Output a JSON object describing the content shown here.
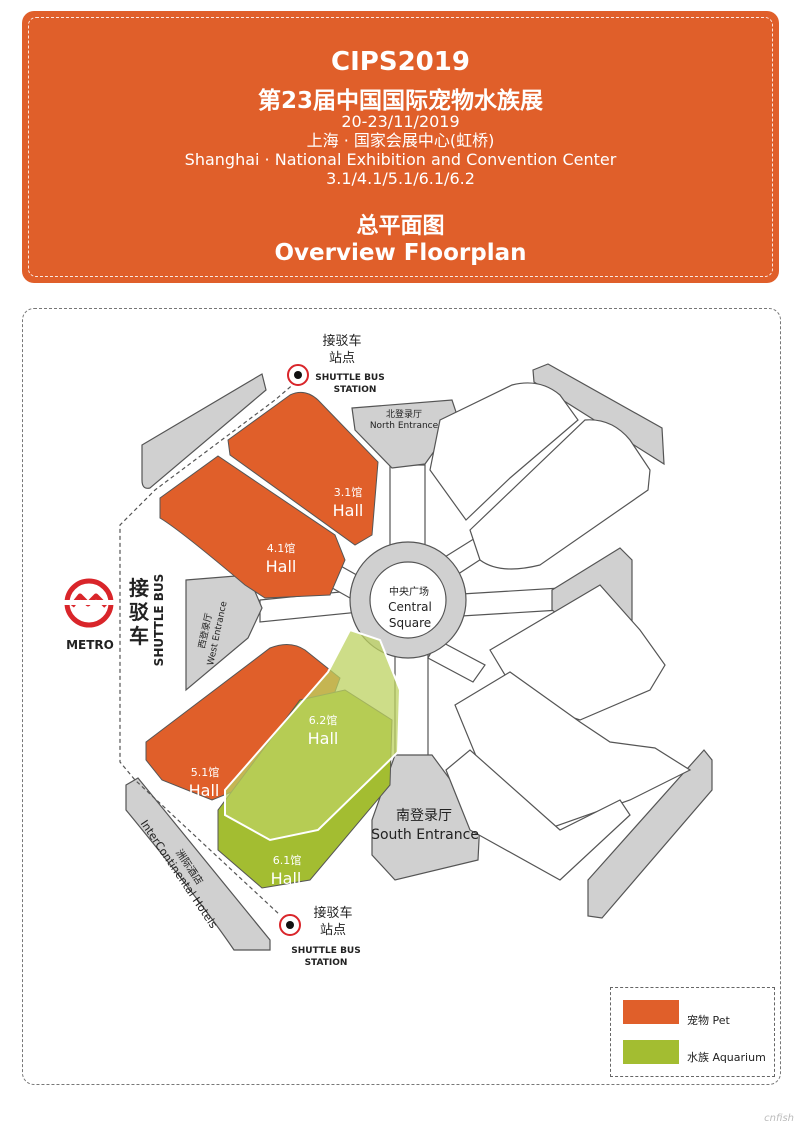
{
  "header": {
    "title_en": "CIPS2019",
    "title_cn": "第23届中国国际宠物水族展",
    "date": "20-23/11/2019",
    "venue_cn": "上海 · 国家会展中心(虹桥)",
    "venue_en": "Shanghai · National Exhibition and Convention Center",
    "halls_list": "3.1/4.1/5.1/6.1/6.2",
    "subtitle_cn": "总平面图",
    "subtitle_en": "Overview Floorplan"
  },
  "map": {
    "shuttle_top": {
      "cn_line1": "接驳车",
      "cn_line2": "站点",
      "en_line1": "SHUTTLE BUS",
      "en_line2": "STATION"
    },
    "shuttle_bottom": {
      "cn_line1": "接驳车",
      "cn_line2": "站点",
      "en_line1": "SHUTTLE BUS",
      "en_line2": "STATION"
    },
    "north_entrance": {
      "cn": "北登录厅",
      "en": "North Entrance"
    },
    "west_entrance": {
      "cn": "西登录厅",
      "en": "West Entrance"
    },
    "south_entrance": {
      "cn": "南登录厅",
      "en": "South Entrance"
    },
    "central_square": {
      "cn": "中央广场",
      "en_line1": "Central",
      "en_line2": "Square"
    },
    "halls": [
      {
        "id": "3.1",
        "num": "3.1馆",
        "label": "Hall",
        "category": "pet"
      },
      {
        "id": "4.1",
        "num": "4.1馆",
        "label": "Hall",
        "category": "pet"
      },
      {
        "id": "5.1",
        "num": "5.1馆",
        "label": "Hall",
        "category": "pet"
      },
      {
        "id": "6.1",
        "num": "6.1馆",
        "label": "Hall",
        "category": "aquarium"
      },
      {
        "id": "6.2",
        "num": "6.2馆",
        "label": "Hall",
        "category": "aquarium"
      }
    ],
    "metro": {
      "label": "METRO"
    },
    "shuttle_bus_side": {
      "cn_1": "接",
      "cn_2": "驳",
      "cn_3": "车",
      "en": "SHUTTLE BUS"
    },
    "hotel": {
      "cn": "洲际酒店",
      "en": "InterContinental Hotels"
    }
  },
  "legend": {
    "pet": {
      "label": "宠物  Pet",
      "color": "#e05f2a"
    },
    "aquarium": {
      "label": "水族  Aquarium",
      "color": "#a3bd31"
    }
  },
  "colors": {
    "pet": "#e05f2a",
    "aquarium": "#a3bd31",
    "inactive_fill": "#ffffff",
    "gray_block": "#d0d0d0",
    "metro_red": "#d9252a"
  },
  "footer": {
    "watermark": "cnfish"
  }
}
